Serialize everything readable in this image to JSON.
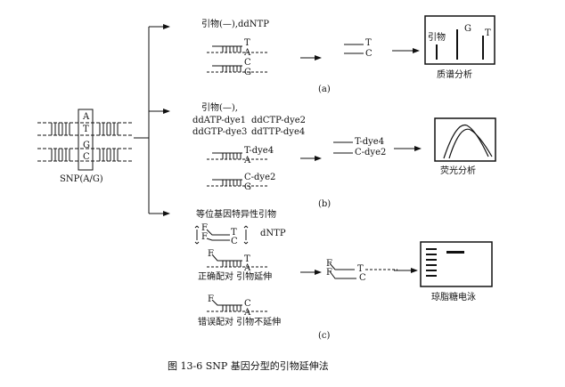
{
  "snp": {
    "bases": [
      "A",
      "T",
      "G",
      "C"
    ],
    "label": "SNP(A/G)"
  },
  "panel_a": {
    "primer_label": "引物(—),ddNTP",
    "bases": [
      "T",
      "A",
      "C",
      "G"
    ],
    "products": [
      "T",
      "C"
    ],
    "box_primer": "引物",
    "box_peaks": [
      "G",
      "T"
    ],
    "method": "质谱分析",
    "tag": "(a)"
  },
  "panel_b": {
    "primer_label": "引物(—),",
    "dyes": [
      "ddATP-dye1",
      "ddCTP-dye2",
      "ddGTP-dye3",
      "ddTTP-dye4"
    ],
    "pair1": [
      "T-dye4",
      "A"
    ],
    "pair2": [
      "C-dye2",
      "G"
    ],
    "products": [
      "T-dye4",
      "C-dye2"
    ],
    "method": "荧光分析",
    "tag": "(b)"
  },
  "panel_c": {
    "title": "等位基因特异性引物",
    "f_labels": [
      "F",
      "F"
    ],
    "allele_bases": [
      "T",
      "C"
    ],
    "dntp": "dNTP",
    "match_f": "F",
    "match_bases": [
      "T",
      "A"
    ],
    "match_caption": "正确配对 引物延伸",
    "mismatch_f": "F",
    "mismatch_bases": [
      "C",
      "A"
    ],
    "mismatch_caption": "错误配对 引物不延伸",
    "product_f": [
      "F",
      "F"
    ],
    "product_bases": [
      "T",
      "C"
    ],
    "method": "琼脂糖电泳",
    "tag": "(c)"
  },
  "caption": "图 13-6   SNP 基因分型的引物延伸法"
}
